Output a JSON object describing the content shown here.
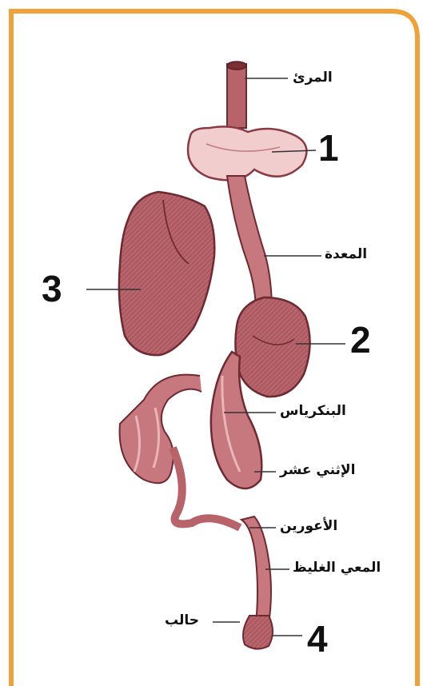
{
  "labels": {
    "esophagus": "المرئ",
    "stomach": "المعدة",
    "pancreas": "البنكرياس",
    "duodenum": "الإثني عشر",
    "ileum": "الأعورين",
    "large_intestine": "المعي الغليظ",
    "ureter": "حالب"
  },
  "numbers": {
    "n1": "1",
    "n2": "2",
    "n3": "3",
    "n4": "4"
  },
  "colors": {
    "border": "#f0a23a",
    "organ": "#b8626a",
    "organ_light": "#e8b6b6",
    "organ_dark": "#7a2f35"
  }
}
